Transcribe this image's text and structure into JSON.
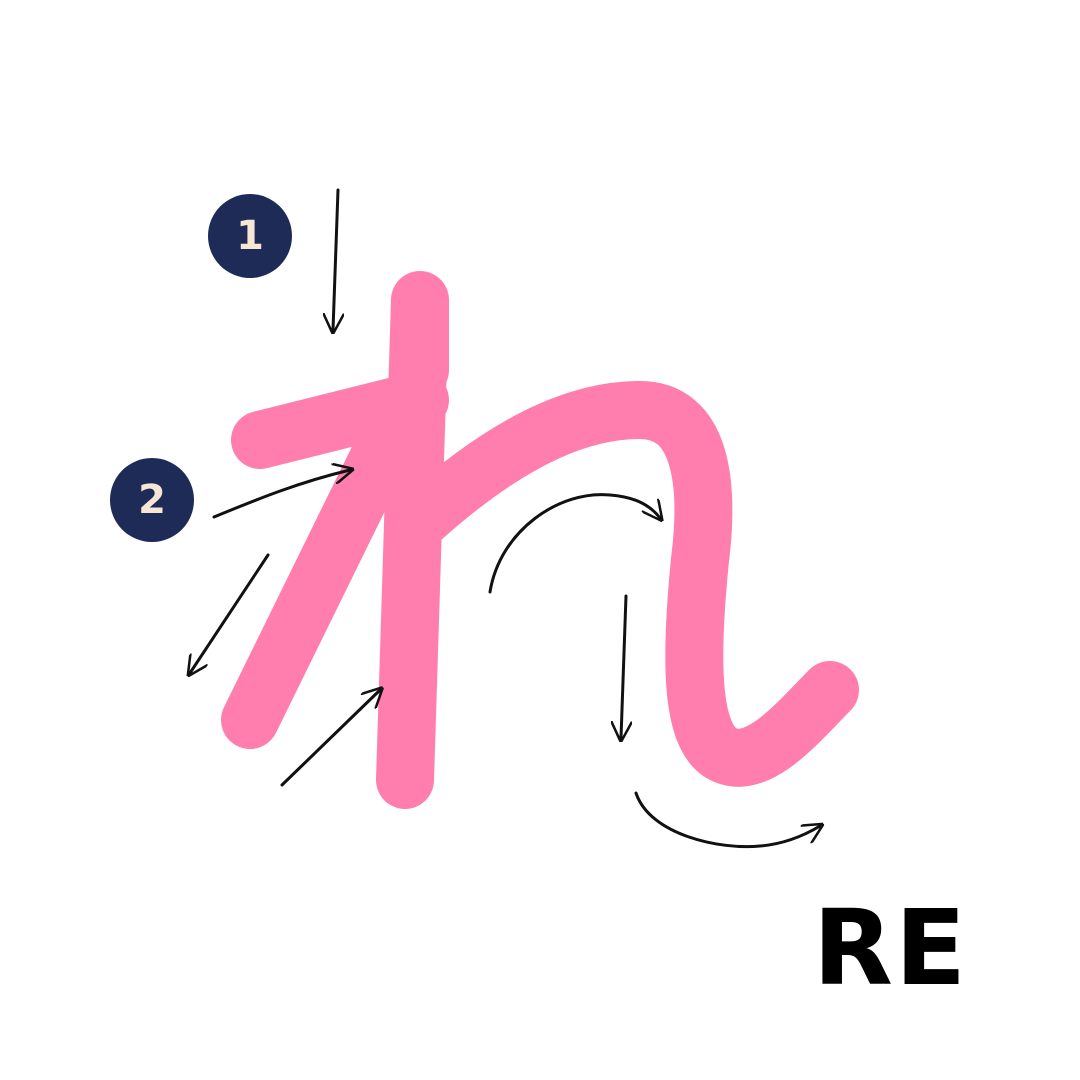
{
  "colors": {
    "character_fill": "#ff7ead",
    "badge_fill": "#1e2b56",
    "badge_text": "#f7e6d6",
    "arrow_color": "#111111",
    "label_color": "#000000",
    "background": "#ffffff"
  },
  "character": "れ",
  "romaji": "RE",
  "stroke_order_badges": [
    {
      "number": "1"
    },
    {
      "number": "2"
    }
  ],
  "stroke_direction_arrows": [
    {
      "stroke": 1,
      "name": "vertical-down"
    },
    {
      "stroke": 2,
      "name": "diagonal-right"
    },
    {
      "stroke": 2,
      "name": "diagonal-down-left"
    },
    {
      "stroke": 2,
      "name": "diagonal-up-right"
    },
    {
      "stroke": 2,
      "name": "curve-right"
    },
    {
      "stroke": 2,
      "name": "vertical-down"
    },
    {
      "stroke": 2,
      "name": "curve-bottom-right"
    }
  ]
}
